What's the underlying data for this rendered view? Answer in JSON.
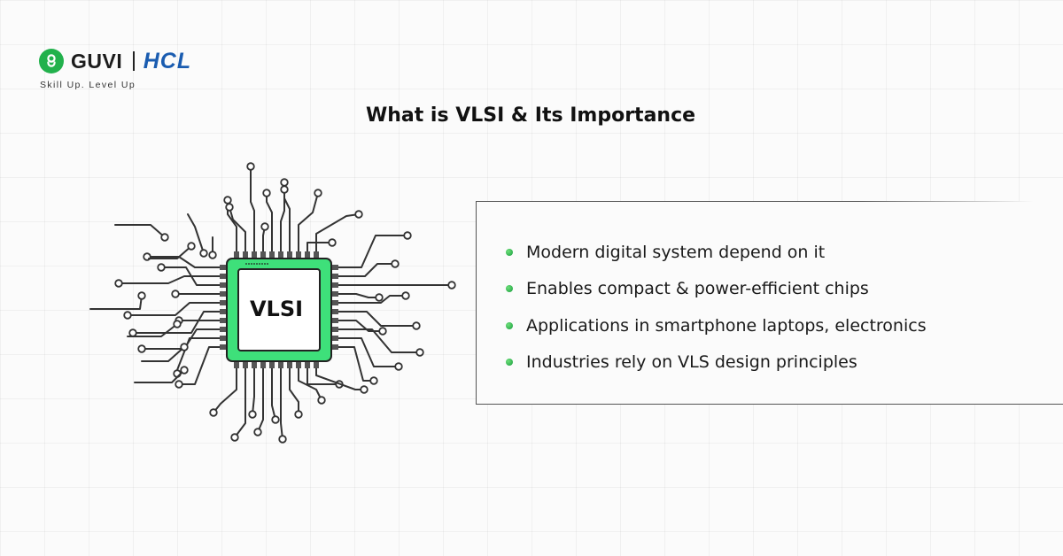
{
  "brand": {
    "guvi": "GUVI",
    "hcl": "HCL",
    "tagline": "Skill Up. Level Up",
    "logo_icon": "guvi-mark-icon",
    "color": "#22b14c",
    "hcl_color": "#1a5cb0"
  },
  "title": "What is VLSI & Its Importance",
  "chip": {
    "label": "VLSI",
    "accent": "#3ee07a"
  },
  "points": [
    "Modern digital system depend on it",
    "Enables compact & power-efficient chips",
    "Applications in smartphone laptops, electronics",
    "Industries rely on VLS design principles"
  ],
  "bullet_color": "#22b14c"
}
